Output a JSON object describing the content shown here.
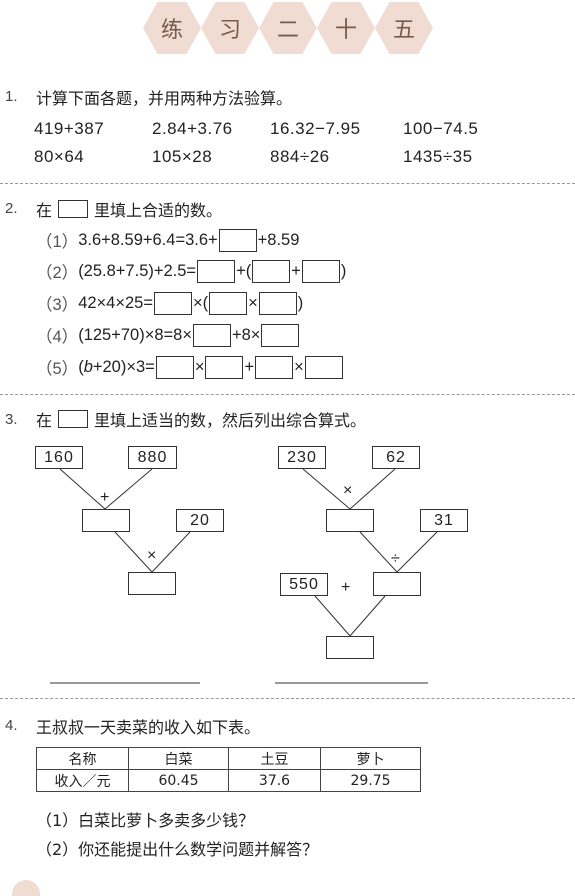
{
  "header": {
    "chars": [
      "练",
      "习",
      "二",
      "十",
      "五"
    ]
  },
  "q1": {
    "num": "1.",
    "text": "计算下面各题，并用两种方法验算。",
    "items": [
      "419+387",
      "2.84+3.76",
      "16.32−7.95",
      "100−74.5",
      "80×64",
      "105×28",
      "884÷26",
      "1435÷35"
    ]
  },
  "q2": {
    "num": "2.",
    "text_before": "在",
    "text_after": "里填上合适的数。",
    "rows": [
      {
        "label": "（1）",
        "parts": [
          "3.6+8.59+6.4=3.6+",
          "+8.59"
        ]
      },
      {
        "label": "（2）",
        "parts": [
          "(25.8+7.5)+2.5=",
          "+(",
          "+",
          ")"
        ]
      },
      {
        "label": "（3）",
        "parts": [
          "42×4×25=",
          "×(",
          "×",
          ")"
        ]
      },
      {
        "label": "（4）",
        "parts": [
          "(125+70)×8=8×",
          "+8×"
        ]
      },
      {
        "label": "（5）",
        "parts": [
          "(",
          "b",
          "+20)×3=",
          "×",
          "+",
          "×"
        ]
      }
    ]
  },
  "q3": {
    "num": "3.",
    "text_before": "在",
    "text_after": "里填上适当的数，然后列出综合算式。",
    "left": {
      "a": "160",
      "b": "880",
      "op1": "+",
      "c": "20",
      "op2": "×"
    },
    "right": {
      "a": "230",
      "b": "62",
      "op1": "×",
      "c": "31",
      "op2": "÷",
      "d": "550",
      "op3": "+"
    }
  },
  "q4": {
    "num": "4.",
    "text": "王叔叔一天卖菜的收入如下表。",
    "table": {
      "headers": [
        "名称",
        "白菜",
        "土豆",
        "萝卜"
      ],
      "row_label": "收入／元",
      "values": [
        "60.45",
        "37.6",
        "29.75"
      ]
    },
    "sub1": "（1）白菜比萝卜多卖多少钱？",
    "sub2": "（2）你还能提出什么数学问题并解答？"
  }
}
